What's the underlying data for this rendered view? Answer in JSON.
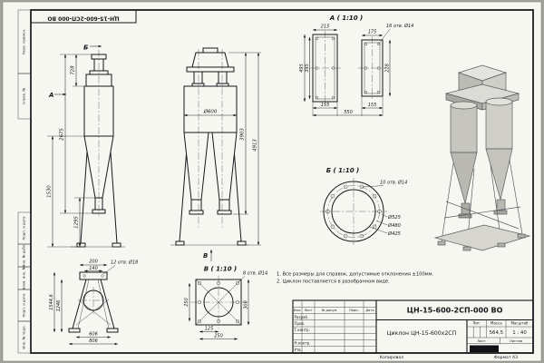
{
  "sheet": {
    "corner_stamp": "ЦН-15-600-2СП-000 ВО",
    "margin_fields": [
      "Перв. примен.",
      "Справ. №",
      "Подп. и дата",
      "Инв. № дубл.",
      "Взам. инв. №",
      "Подп. и дата",
      "Инв. № подл."
    ],
    "copied": "Копировал",
    "format": "Формат А3"
  },
  "views": {
    "front": {
      "dir_a": "А",
      "dir_b": "Б",
      "d_top": "728",
      "d_body": "2675",
      "d_stand": "1530",
      "d_base": "1295"
    },
    "main": {
      "d_diam": "Ø600",
      "d_h1": "3903",
      "d_h2": "4913",
      "dir_v": "В"
    },
    "section_a": {
      "title": "А ( 1:10 )",
      "holes": "16 отв. Ø14",
      "w1": "215",
      "w2": "175",
      "h1": "495",
      "h2": "395",
      "h3": "228",
      "b1": "155",
      "b2": "155",
      "b_total": "550"
    },
    "section_b": {
      "title": "Б ( 1:10 )",
      "holes": "10 отв. Ø14",
      "d1": "Ø525",
      "d2": "Ø480",
      "d3": "Ø425"
    },
    "view_v": {
      "title": "В ( 1:10 )",
      "holes": "8 отв. Ø14",
      "d_left": "250",
      "d_right": "300",
      "d_half": "125",
      "d_bottom": "250"
    },
    "support": {
      "d_top": "200",
      "d_top2": "140",
      "holes": "12 отв. Ø18",
      "d_h1": "1544,6",
      "d_h2": "1246",
      "d_b1": "606",
      "d_b2": "806"
    }
  },
  "notes": {
    "n1": "1. Все размеры для справок, допустимые отклонения ±100мм.",
    "n2": "2. Циклон поставляется в разобранном виде."
  },
  "title_block": {
    "designation": "ЦН-15-600-2СП-000 ВО",
    "product_name": "Циклон ЦН-15-600х2СП",
    "cols": [
      "Изм.",
      "Лист",
      "№ докум.",
      "Подп.",
      "Дата"
    ],
    "rows": [
      "Разраб.",
      "Пров.",
      "Т.контр.",
      "Н.контр.",
      "Утв."
    ],
    "lit_label": "Лит.",
    "mass_label": "Масса",
    "scale_label": "Масштаб",
    "mass": "564,5",
    "scale": "1 : 40",
    "sheet_label": "Лист",
    "sheets_label": "Листов",
    "logo": "KVZR"
  }
}
